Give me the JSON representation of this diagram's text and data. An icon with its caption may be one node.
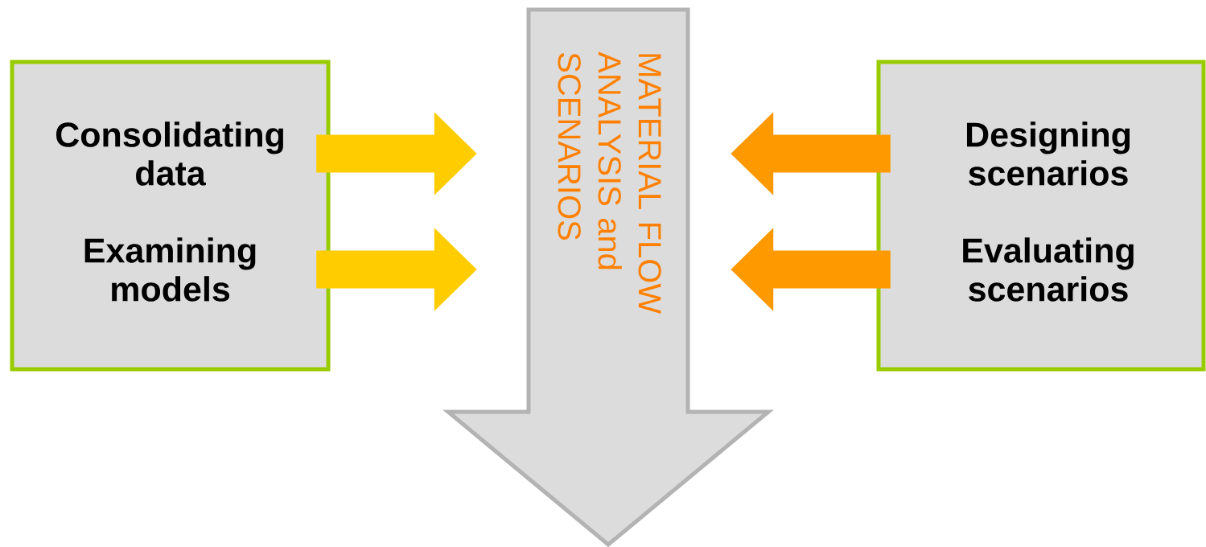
{
  "diagram": {
    "nodes": [
      {
        "text": [],
        "shape": "box"
      },
      {
        "text": [
          "Consolidating data"
        ],
        "in": 0
      },
      {
        "text": [
          "Examining models"
        ],
        "in": 0
      },
      {
        "text": [
          "MATERIAL FLOW ANALYSIS and SCENARIOS"
        ]
      },
      {
        "text": [],
        "shape": "box"
      },
      {
        "text": [
          "Designing scenarios"
        ],
        "in": 4
      },
      {
        "text": [
          "Evaluating scenarios"
        ],
        "in": 4
      }
    ],
    "edges": [
      {
        "from": 1,
        "to": 3,
        "arrow": "to",
        "color": "#ffcc00"
      },
      {
        "from": 2,
        "to": 3,
        "arrow": "to",
        "color": "#ffcc00"
      },
      {
        "from": 5,
        "to": 3,
        "arrow": "to",
        "color": "#ff9900"
      },
      {
        "from": 6,
        "to": 3,
        "arrow": "to",
        "color": "#ff9900"
      }
    ]
  }
}
